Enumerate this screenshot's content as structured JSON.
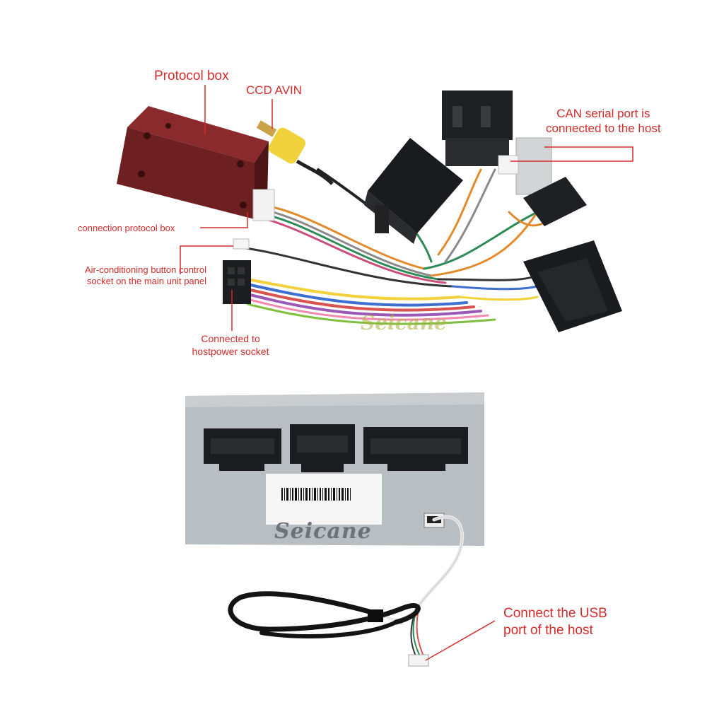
{
  "labels": {
    "protocol_box": "Protocol box",
    "ccd_avin": "CCD AVIN",
    "can_line1": "CAN serial port is",
    "can_line2": "connected to the host",
    "connection_protocol_box": "connection protocol box",
    "aircon_line1": "Air-conditioning button control",
    "aircon_line2": "socket on the main unit panel",
    "hostpower_line1": "Connected to",
    "hostpower_line2": "hostpower socket",
    "usb_line1": "Connect the USB",
    "usb_line2": "port of the host"
  },
  "brand": "Seicane",
  "colors": {
    "callout": "#d42b2b",
    "protocol_box": "#6e1f22",
    "canbus_box": "#b9bec2",
    "connector": "#222428"
  }
}
